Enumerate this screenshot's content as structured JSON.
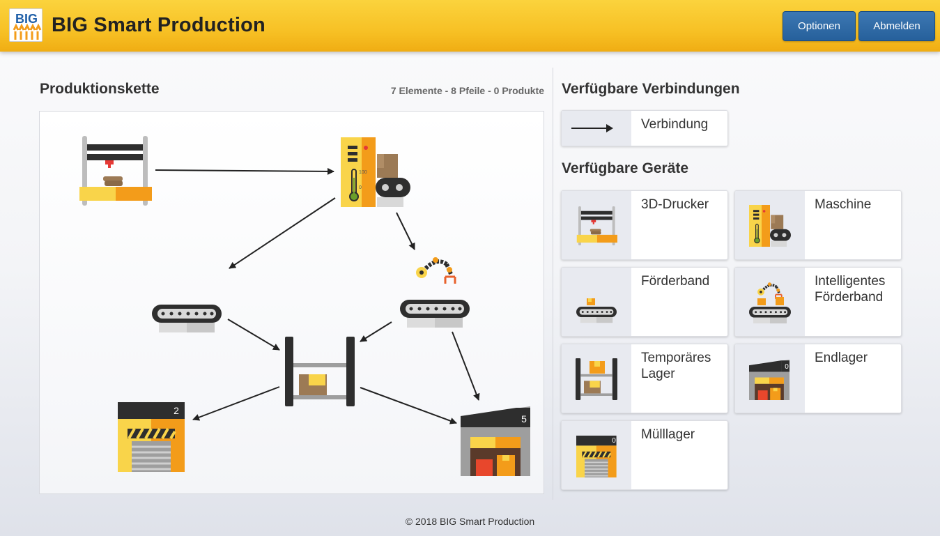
{
  "header": {
    "logo_text": "BIG",
    "title": "BIG Smart Production",
    "options_label": "Optionen",
    "logout_label": "Abmelden"
  },
  "chain": {
    "title": "Produktionskette",
    "stats": "7 Elemente - 8 Pfeile - 0 Produkte",
    "elements": [
      {
        "type": "3d-printer"
      },
      {
        "type": "machine",
        "thermo_max": "100",
        "thermo_min": "0"
      },
      {
        "type": "robot-arm"
      },
      {
        "type": "conveyor-belt"
      },
      {
        "type": "conveyor-belt"
      },
      {
        "type": "temporary-storage"
      },
      {
        "type": "waste-storage",
        "count": "2"
      },
      {
        "type": "final-storage",
        "count": "5"
      }
    ]
  },
  "connections": {
    "title": "Verfügbare Verbindungen",
    "items": [
      {
        "label": "Verbindung",
        "icon": "arrow-right-icon"
      }
    ]
  },
  "devices": {
    "title": "Verfügbare Geräte",
    "items": [
      {
        "label": "3D-Drucker",
        "icon": "3d-printer-icon"
      },
      {
        "label": "Maschine",
        "icon": "machine-icon"
      },
      {
        "label": "Förderband",
        "icon": "conveyor-icon"
      },
      {
        "label": "Intelligentes Förderband",
        "icon": "smart-conveyor-icon"
      },
      {
        "label": "Temporäres Lager",
        "icon": "temp-storage-icon",
        "count": ""
      },
      {
        "label": "Endlager",
        "icon": "final-storage-icon",
        "count": "0"
      },
      {
        "label": "Mülllager",
        "icon": "waste-storage-icon",
        "count": "0"
      }
    ]
  },
  "colors": {
    "header_yellow": "#f7c125",
    "button_blue": "#26609b",
    "accent_orange": "#f39c1a",
    "dark_gray": "#333333"
  },
  "footer": {
    "text": "© 2018 BIG Smart Production"
  }
}
